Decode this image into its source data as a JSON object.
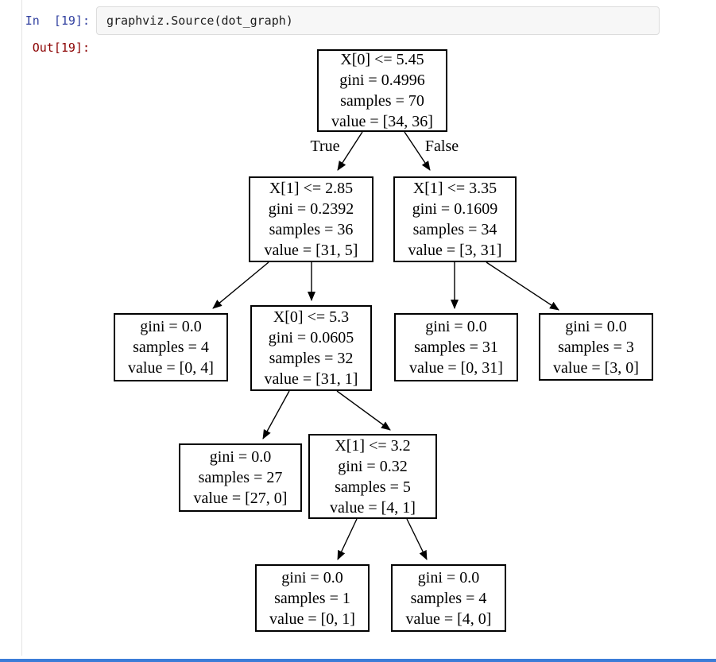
{
  "notebook": {
    "input_prompt": "In  [19]:",
    "input_code": "graphviz.Source(dot_graph)",
    "output_prompt": "Out[19]:"
  },
  "colors": {
    "input_prompt": "#303F9F",
    "output_prompt": "#8B0000",
    "input_box_bg": "#f7f7f7",
    "input_box_border": "#dcdcdc",
    "node_border": "#000000",
    "bottom_bar": "#3b7dd8"
  },
  "tree": {
    "edge_labels": {
      "true_label": "True",
      "false_label": "False"
    },
    "nodes": [
      {
        "id": "root",
        "lines": [
          "X[0] <= 5.45",
          "gini = 0.4996",
          "samples = 70",
          "value = [34, 36]"
        ]
      },
      {
        "id": "l2-left",
        "lines": [
          "X[1] <= 2.85",
          "gini = 0.2392",
          "samples = 36",
          "value = [31, 5]"
        ]
      },
      {
        "id": "l2-right",
        "lines": [
          "X[1] <= 3.35",
          "gini = 0.1609",
          "samples = 34",
          "value = [3, 31]"
        ]
      },
      {
        "id": "leaf-a",
        "lines": [
          "gini = 0.0",
          "samples = 4",
          "value = [0, 4]"
        ]
      },
      {
        "id": "node-b",
        "lines": [
          "X[0] <= 5.3",
          "gini = 0.0605",
          "samples = 32",
          "value = [31, 1]"
        ]
      },
      {
        "id": "leaf-c",
        "lines": [
          "gini = 0.0",
          "samples = 31",
          "value = [0, 31]"
        ]
      },
      {
        "id": "leaf-d",
        "lines": [
          "gini = 0.0",
          "samples = 3",
          "value = [3, 0]"
        ]
      },
      {
        "id": "leaf-e",
        "lines": [
          "gini = 0.0",
          "samples = 27",
          "value = [27, 0]"
        ]
      },
      {
        "id": "node-f",
        "lines": [
          "X[1] <= 3.2",
          "gini = 0.32",
          "samples = 5",
          "value = [4, 1]"
        ]
      },
      {
        "id": "leaf-g",
        "lines": [
          "gini = 0.0",
          "samples = 1",
          "value = [0, 1]"
        ]
      },
      {
        "id": "leaf-h",
        "lines": [
          "gini = 0.0",
          "samples = 4",
          "value = [4, 0]"
        ]
      }
    ]
  }
}
